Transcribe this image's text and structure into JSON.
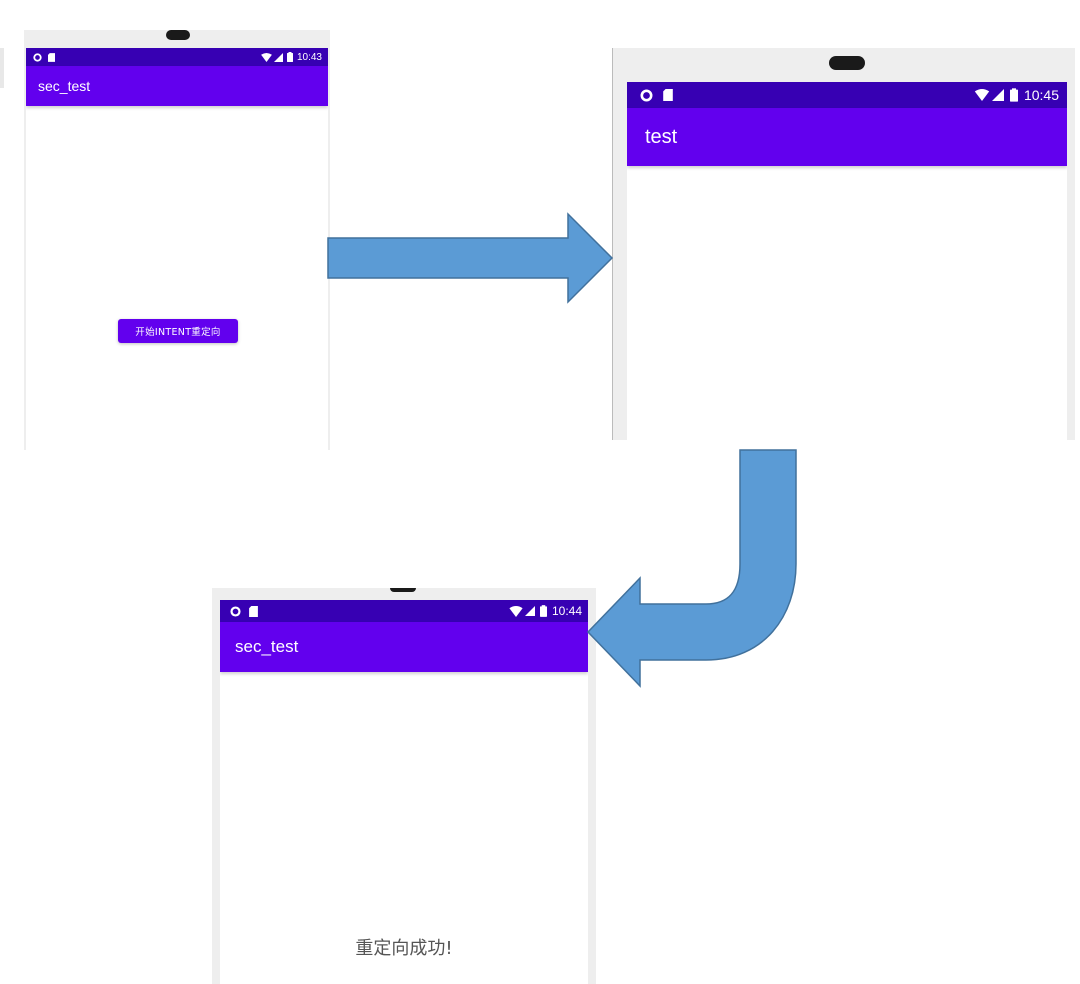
{
  "colors": {
    "status_bar": "#3700B3",
    "app_bar": "#6200EE",
    "button": "#6200EE",
    "arrow_fill": "#5B9BD5",
    "arrow_stroke": "#41719C",
    "frame": "#EEEEEE"
  },
  "screen1": {
    "time": "10:43",
    "title": "sec_test",
    "button_label": "开始INTENT重定向",
    "status_icons": [
      "circle-icon",
      "sd-card-icon",
      "wifi-icon",
      "signal-icon",
      "battery-icon"
    ]
  },
  "screen2": {
    "time": "10:45",
    "title": "test",
    "status_icons": [
      "circle-icon",
      "sd-card-icon",
      "wifi-icon",
      "signal-icon",
      "battery-icon"
    ]
  },
  "screen3": {
    "time": "10:44",
    "title": "sec_test",
    "result_text": "重定向成功!",
    "status_icons": [
      "circle-icon",
      "sd-card-icon",
      "wifi-icon",
      "signal-icon",
      "battery-icon"
    ]
  },
  "flow_arrows": [
    "right-arrow-icon",
    "curved-return-arrow-icon"
  ]
}
